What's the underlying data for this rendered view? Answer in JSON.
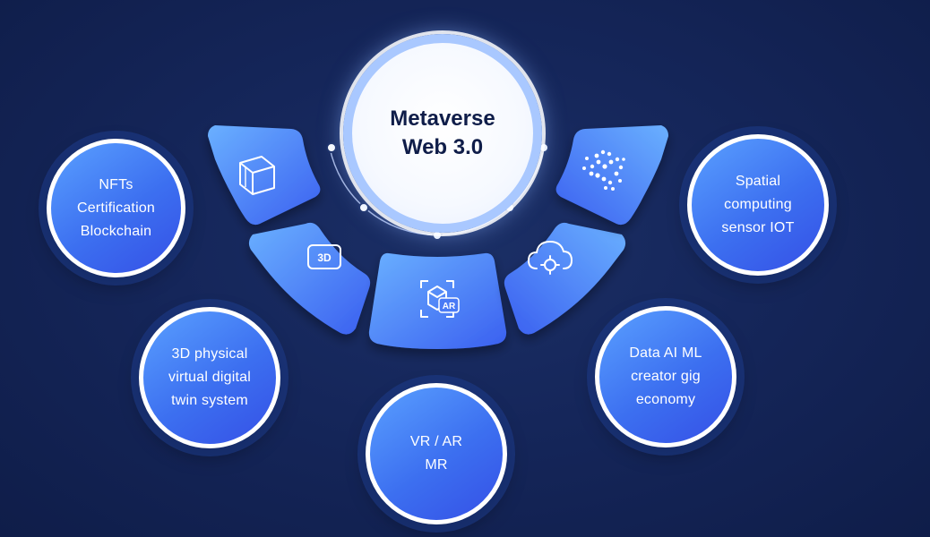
{
  "center": {
    "title": "Metaverse\nWeb 3.0"
  },
  "outer_circles": [
    {
      "id": "nft",
      "label": "NFTs\nCertification\nBlockchain"
    },
    {
      "id": "spatial",
      "label": "Spatial\ncomputing\nsensor IOT"
    },
    {
      "id": "twin",
      "label": "3D physical\nvirtual digital\ntwin system"
    },
    {
      "id": "data",
      "label": "Data AI ML\ncreator gig\neconomy"
    },
    {
      "id": "vr",
      "label": "VR / AR\nMR"
    }
  ],
  "segments": [
    {
      "id": "cube",
      "icon": "cube-icon"
    },
    {
      "id": "threed",
      "icon": "3d-badge-icon",
      "badge_text": "3D"
    },
    {
      "id": "ar",
      "icon": "ar-cube-icon",
      "badge_text": "AR"
    },
    {
      "id": "cloud",
      "icon": "cloud-gear-icon"
    },
    {
      "id": "iota",
      "icon": "iota-swirl-icon"
    }
  ],
  "colors": {
    "background": "#15265a",
    "segment_light": "#6ab0ff",
    "segment_dark": "#3a5ff0",
    "circle_border": "#ffffff",
    "center_ring": "#a9c8ff"
  }
}
